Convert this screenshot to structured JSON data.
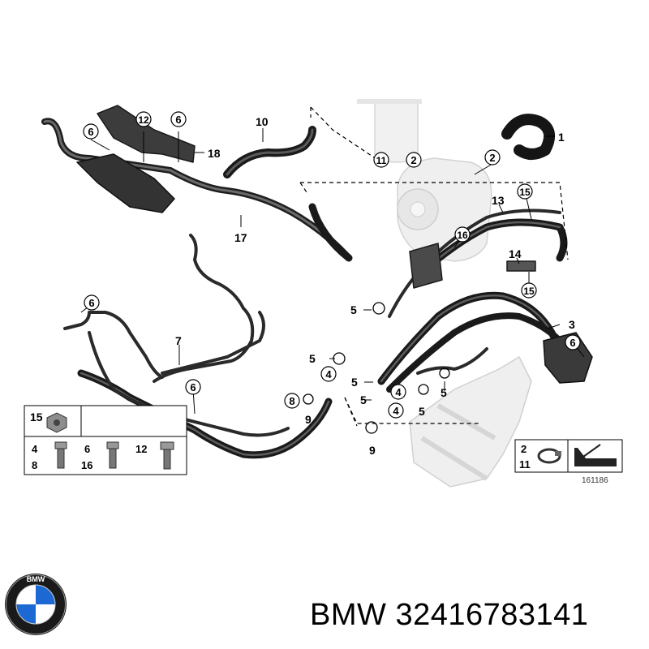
{
  "diagram": {
    "drawing_number": "161186",
    "callouts": [
      {
        "id": "c-6a",
        "text": "6"
      },
      {
        "id": "c-12",
        "text": "12"
      },
      {
        "id": "c-6b",
        "text": "6"
      },
      {
        "id": "c-18",
        "text": "18"
      },
      {
        "id": "c-10",
        "text": "10"
      },
      {
        "id": "c-11",
        "text": "11"
      },
      {
        "id": "c-2a",
        "text": "2"
      },
      {
        "id": "c-1",
        "text": "1"
      },
      {
        "id": "c-2b",
        "text": "2"
      },
      {
        "id": "c-17",
        "text": "17"
      },
      {
        "id": "c-13",
        "text": "13"
      },
      {
        "id": "c-15a",
        "text": "15"
      },
      {
        "id": "c-16",
        "text": "16"
      },
      {
        "id": "c-14",
        "text": "14"
      },
      {
        "id": "c-15b",
        "text": "15"
      },
      {
        "id": "c-6c",
        "text": "6"
      },
      {
        "id": "c-5a",
        "text": "5"
      },
      {
        "id": "c-7",
        "text": "7"
      },
      {
        "id": "c-3",
        "text": "3"
      },
      {
        "id": "c-6d",
        "text": "6"
      },
      {
        "id": "c-5b",
        "text": "5"
      },
      {
        "id": "c-4a",
        "text": "4"
      },
      {
        "id": "c-6e",
        "text": "6"
      },
      {
        "id": "c-5c",
        "text": "5"
      },
      {
        "id": "c-4b",
        "text": "4"
      },
      {
        "id": "c-5d",
        "text": "5"
      },
      {
        "id": "c-5e",
        "text": "5"
      },
      {
        "id": "c-4c",
        "text": "4"
      },
      {
        "id": "c-5f",
        "text": "5"
      },
      {
        "id": "c-8",
        "text": "8"
      },
      {
        "id": "c-9a",
        "text": "9"
      },
      {
        "id": "c-9b",
        "text": "9"
      }
    ],
    "legend_left": [
      {
        "id": "l-15",
        "text": "15"
      },
      {
        "id": "l-4",
        "text": "4"
      },
      {
        "id": "l-8",
        "text": "8"
      },
      {
        "id": "l-6",
        "text": "6"
      },
      {
        "id": "l-16",
        "text": "16"
      },
      {
        "id": "l-12",
        "text": "12"
      }
    ],
    "legend_right": [
      {
        "id": "r-2",
        "text": "2"
      },
      {
        "id": "r-11",
        "text": "11"
      }
    ]
  },
  "brand": {
    "logo_letters": "BMW",
    "name": "BMW",
    "part_number": "32416783141"
  }
}
